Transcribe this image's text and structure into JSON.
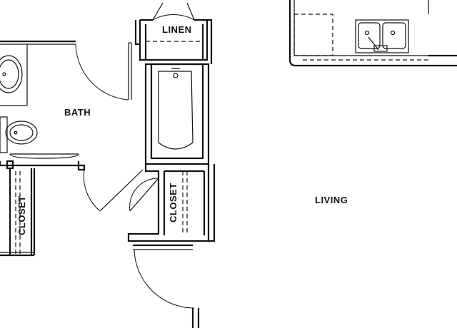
{
  "rooms": {
    "bath": "BATH",
    "linen": "LINEN",
    "closet_left": "CLOSET",
    "closet_center": "CLOSET",
    "living": "LIVING"
  },
  "colors": {
    "line": "#111111",
    "background": "#ffffff"
  }
}
